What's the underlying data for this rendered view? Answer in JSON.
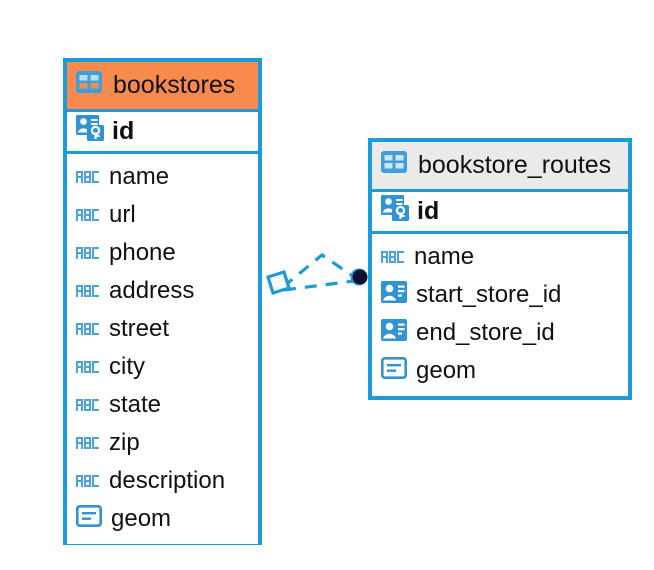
{
  "diagram": {
    "type": "er-diagram",
    "background_color": "#ffffff",
    "accent_color": "#1b9bd8",
    "highlight_color": "#f98a4e",
    "header_grey": "#eaeaea",
    "entities": [
      {
        "name": "bookstores",
        "header_icon": "table-icon",
        "header_style": "orange",
        "primary_key": {
          "name": "id",
          "icon": "primary-key-icon"
        },
        "fields": [
          {
            "name": "name",
            "icon": "text-type-icon"
          },
          {
            "name": "url",
            "icon": "text-type-icon"
          },
          {
            "name": "phone",
            "icon": "text-type-icon"
          },
          {
            "name": "address",
            "icon": "text-type-icon"
          },
          {
            "name": "street",
            "icon": "text-type-icon"
          },
          {
            "name": "city",
            "icon": "text-type-icon"
          },
          {
            "name": "state",
            "icon": "text-type-icon"
          },
          {
            "name": "zip",
            "icon": "text-type-icon"
          },
          {
            "name": "description",
            "icon": "text-type-icon"
          },
          {
            "name": "geom",
            "icon": "geometry-type-icon"
          }
        ]
      },
      {
        "name": "bookstore_routes",
        "header_icon": "table-icon",
        "header_style": "grey",
        "primary_key": {
          "name": "id",
          "icon": "primary-key-icon"
        },
        "fields": [
          {
            "name": "name",
            "icon": "text-type-icon"
          },
          {
            "name": "start_store_id",
            "icon": "foreign-key-icon"
          },
          {
            "name": "end_store_id",
            "icon": "foreign-key-icon"
          },
          {
            "name": "geom",
            "icon": "geometry-type-icon"
          }
        ]
      }
    ],
    "relationship": {
      "source_endpoint": "diamond-endpoint",
      "target_endpoint": "filled-circle-endpoint",
      "line_style": "dashed",
      "line_color": "#1b9bd8"
    }
  }
}
